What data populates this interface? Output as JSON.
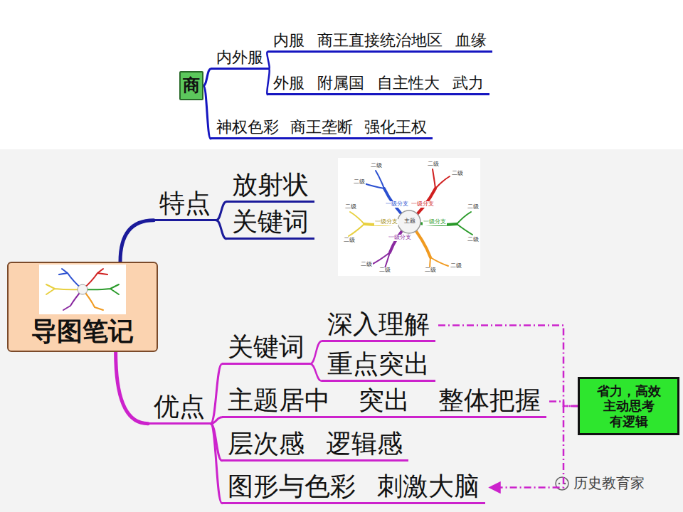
{
  "diagram": {
    "nodes": [
      {
        "text": [
          "商"
        ]
      },
      {
        "text": [
          "内外服"
        ]
      },
      {
        "text": [
          "内服",
          "商王直接统治地区",
          "血缘"
        ]
      },
      {
        "text": [
          "外服",
          "附属国",
          "自主性大",
          "武力"
        ]
      },
      {
        "text": [
          "神权色彩",
          "商王垄断",
          "强化王权"
        ]
      },
      {
        "text": [
          "导图笔记"
        ]
      },
      {
        "text": [
          "特点"
        ]
      },
      {
        "text": [
          "放射状"
        ]
      },
      {
        "text": [
          "关键词"
        ]
      },
      {
        "text": [
          "优点"
        ]
      },
      {
        "text": [
          "关键词"
        ]
      },
      {
        "text": [
          "深入理解"
        ]
      },
      {
        "text": [
          "重点突出"
        ]
      },
      {
        "text": [
          "主题居中",
          "突出",
          "整体把握"
        ]
      },
      {
        "text": [
          "层次感",
          "逻辑感"
        ]
      },
      {
        "text": [
          "图形与色彩",
          "刺激大脑"
        ]
      },
      {
        "text": [
          "省力，高效 主动思考 有逻辑"
        ]
      }
    ],
    "edges": [
      {
        "from": 0,
        "to": 1,
        "arrow": "none"
      },
      {
        "from": 1,
        "to": 2,
        "arrow": "none"
      },
      {
        "from": 1,
        "to": 3,
        "arrow": "none"
      },
      {
        "from": 0,
        "to": 4,
        "arrow": "none"
      },
      {
        "from": 5,
        "to": 6,
        "arrow": "none"
      },
      {
        "from": 6,
        "to": 7,
        "arrow": "none"
      },
      {
        "from": 6,
        "to": 8,
        "arrow": "none"
      },
      {
        "from": 5,
        "to": 9,
        "arrow": "none"
      },
      {
        "from": 9,
        "to": 10,
        "arrow": "none"
      },
      {
        "from": 10,
        "to": 11,
        "arrow": "none"
      },
      {
        "from": 10,
        "to": 12,
        "arrow": "none"
      },
      {
        "from": 9,
        "to": 13,
        "arrow": "none"
      },
      {
        "from": 9,
        "to": 14,
        "arrow": "none"
      },
      {
        "from": 9,
        "to": 15,
        "arrow": "none"
      },
      {
        "from": 11,
        "to": 16,
        "arrow": "none"
      },
      {
        "from": 13,
        "to": 16,
        "arrow": "none"
      },
      {
        "from": 16,
        "to": 15,
        "arrow": "to"
      }
    ],
    "labels": [
      "历史教育家",
      "主题",
      "一级分支",
      "一级分支",
      "一级分支",
      "一级分支",
      "一级分支",
      "二级",
      "二级",
      "二级",
      "二级",
      "二级",
      "二级",
      "二级",
      "二级",
      "二级",
      "二级",
      "二级",
      "二级"
    ]
  }
}
